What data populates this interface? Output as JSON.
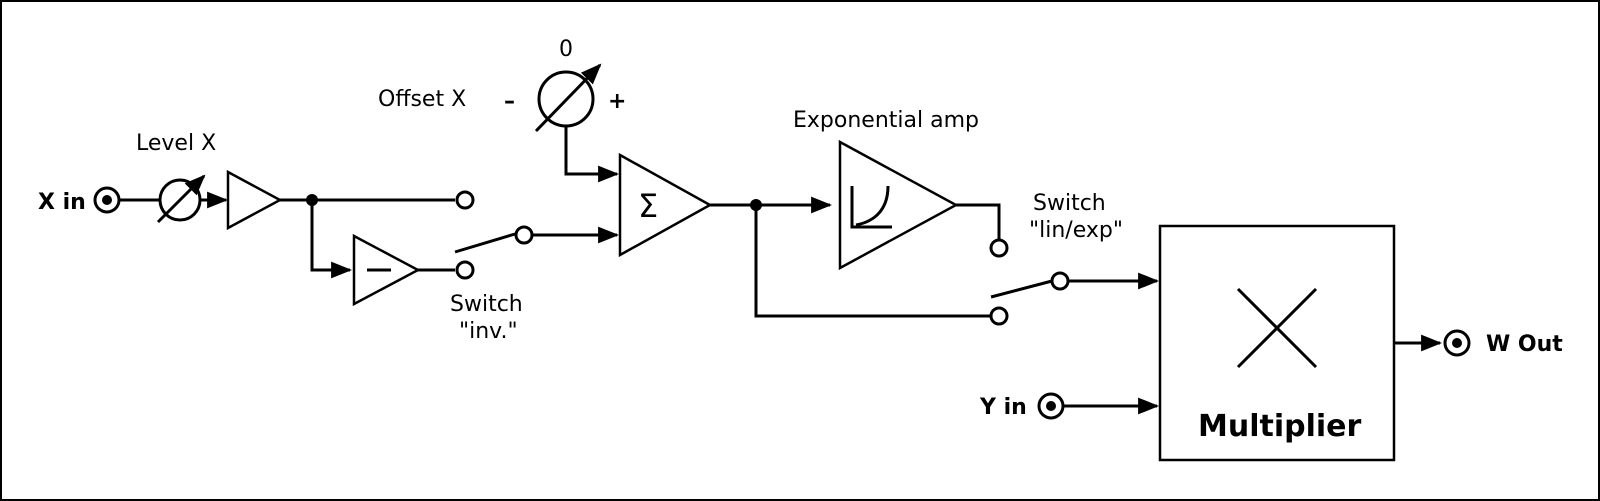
{
  "labels": {
    "x_in": "X in",
    "level_x": "Level X",
    "offset_x": "Offset X",
    "offset_zero": "0",
    "offset_minus": "–",
    "offset_plus": "+",
    "switch_inv_1": "Switch",
    "switch_inv_2": "\"inv.\"",
    "exp_amp": "Exponential amp",
    "switch_linexp_1": "Switch",
    "switch_linexp_2": "\"lin/exp\"",
    "y_in": "Y in",
    "multiplier": "Multiplier",
    "w_out": "W Out"
  },
  "symbols": {
    "sum": "Σ",
    "minus": "–",
    "multiply": "×"
  }
}
